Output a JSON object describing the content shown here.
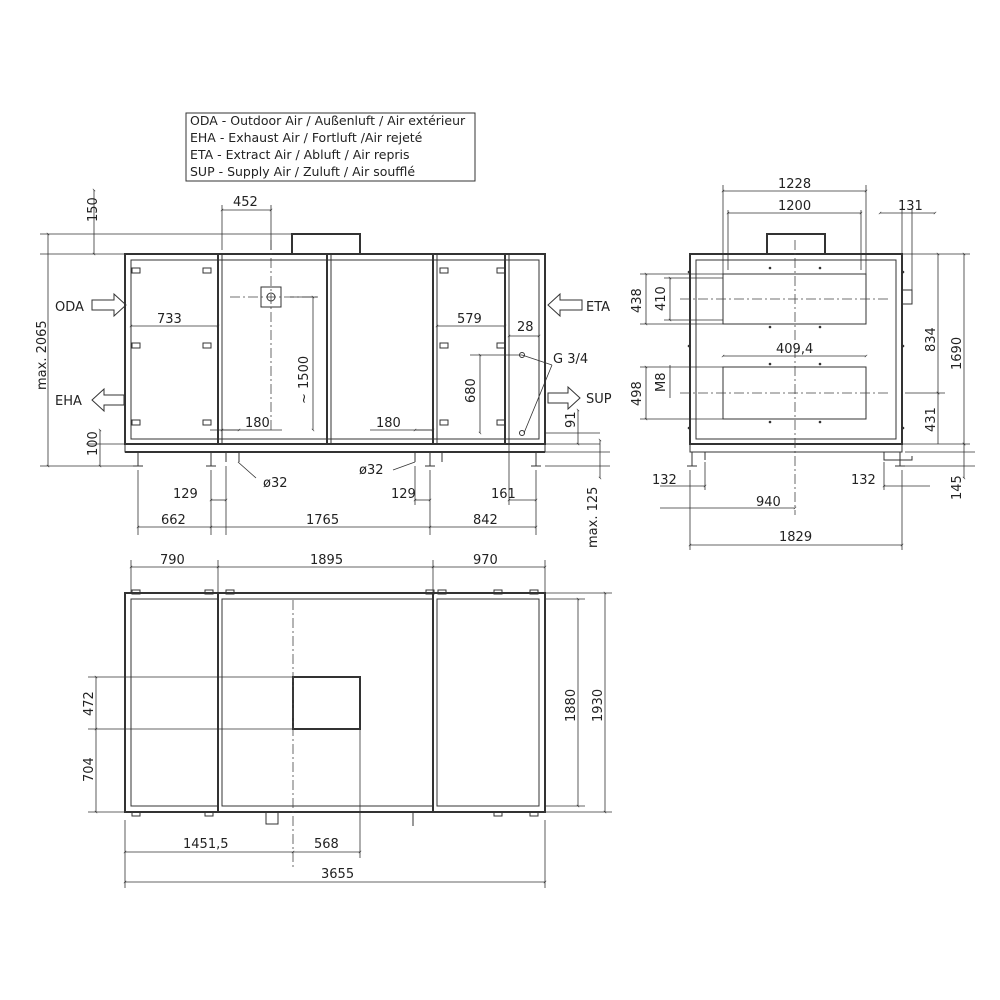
{
  "legend": {
    "lines": [
      "ODA - Outdoor Air / Außenluft / Air extérieur",
      "EHA - Exhaust Air / Fortluft /Air rejeté",
      "ETA - Extract Air / Abluft / Air repris",
      "SUP - Supply Air / Zuluft / Air soufflé"
    ]
  },
  "front_view": {
    "labels": {
      "oda": "ODA",
      "eha": "EHA",
      "eta": "ETA",
      "sup": "SUP",
      "thread": "G 3/4",
      "drain_left": "ø32",
      "drain_right": "ø32"
    },
    "dims": {
      "top_150": "150",
      "height_max": "max. 2065",
      "bottom_100": "100",
      "d452": "452",
      "d733": "733",
      "d1500": "~ 1500",
      "d180_left": "180",
      "d180_right": "180",
      "d579": "579",
      "d28": "28",
      "d680": "680",
      "d91": "91",
      "d129_left": "129",
      "d129_right": "129",
      "d161": "161",
      "d662": "662",
      "d1765": "1765",
      "d842": "842",
      "max125": "max. 125"
    }
  },
  "side_view": {
    "dims": {
      "d1228": "1228",
      "d1200": "1200",
      "d131": "131",
      "d438": "438",
      "d410": "410",
      "d409_4": "409,4",
      "d834": "834",
      "d1690": "1690",
      "d498": "498",
      "m8": "M8",
      "d431": "431",
      "d132_left": "132",
      "d132_right": "132",
      "d145": "145",
      "d940": "940",
      "d1829": "1829"
    }
  },
  "top_view": {
    "dims": {
      "d790": "790",
      "d1895": "1895",
      "d970": "970",
      "d472": "472",
      "d704": "704",
      "d1880": "1880",
      "d1930": "1930",
      "d1451_5": "1451,5",
      "d568": "568",
      "d3655": "3655"
    }
  }
}
